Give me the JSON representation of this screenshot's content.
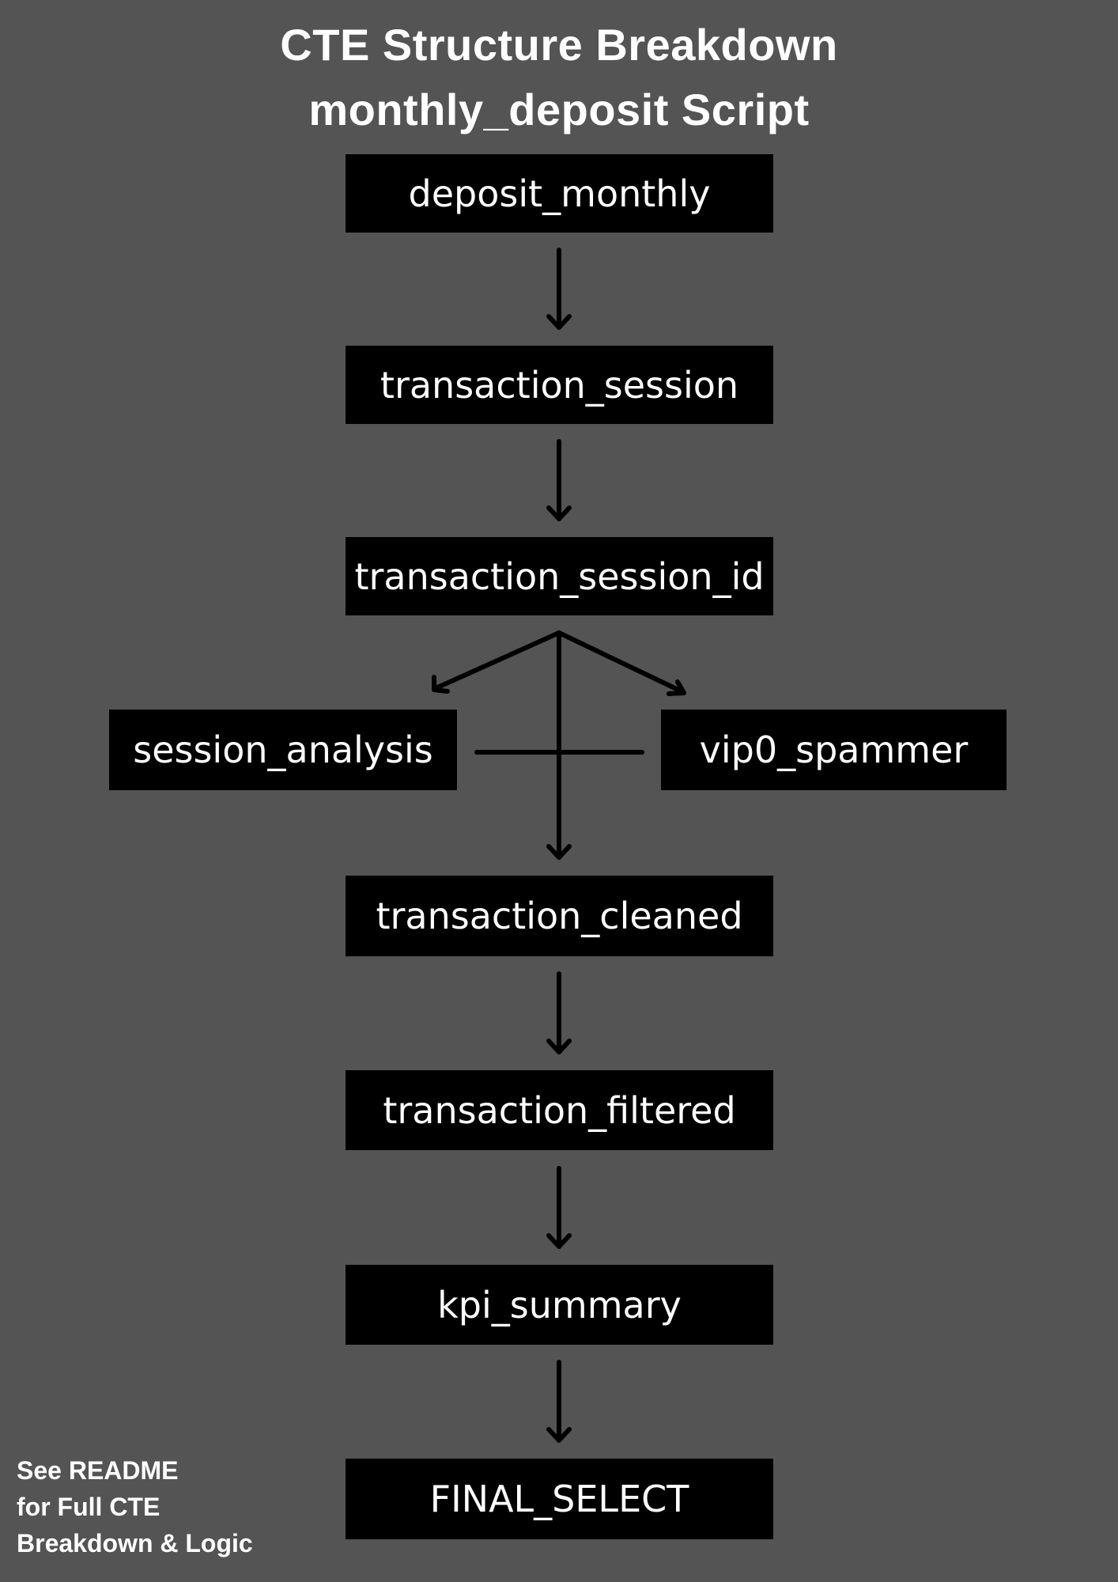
{
  "title": {
    "line1": "CTE Structure Breakdown",
    "line2": "monthly_deposit Script"
  },
  "nodes": {
    "deposit_monthly": "deposit_monthly",
    "transaction_session": "transaction_session",
    "transaction_session_id": "transaction_session_id",
    "session_analysis": "session_analysis",
    "vip0_spammer": "vip0_spammer",
    "transaction_cleaned": "transaction_cleaned",
    "transaction_filtered": "transaction_filtered",
    "kpi_summary": "kpi_summary",
    "final_select": "FINAL_SELECT"
  },
  "note": {
    "line1": "See README",
    "line2": "for Full CTE",
    "line3": "Breakdown & Logic"
  },
  "colors": {
    "background": "#545454",
    "node_fill": "#000000",
    "text": "#ffffff",
    "connector": "#000000"
  }
}
